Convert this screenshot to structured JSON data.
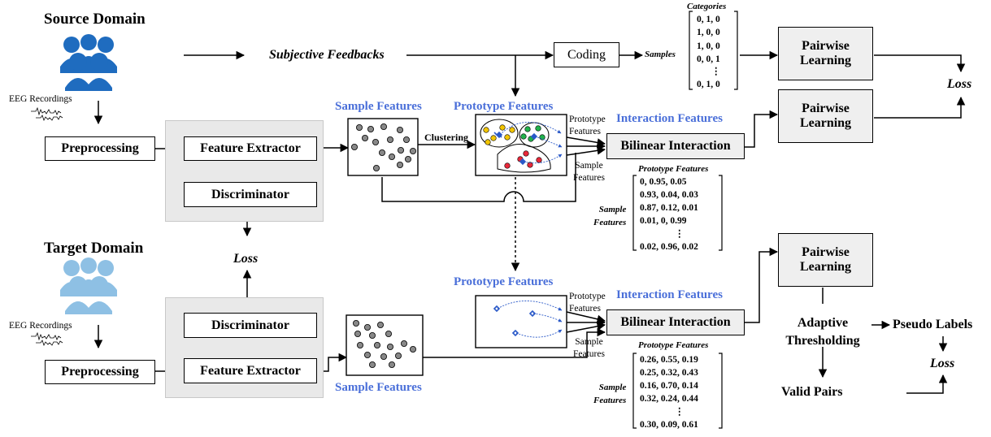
{
  "source": {
    "title": "Source Domain",
    "eeg_label": "EEG Recordings",
    "preprocessing": "Preprocessing",
    "feature_extractor": "Feature Extractor",
    "discriminator": "Discriminator",
    "subjective_feedbacks": "Subjective Feedbacks",
    "coding": "Coding",
    "samples": "Samples",
    "categories": "Categories",
    "category_rows": [
      "0,  1,  0",
      "1,  0,  0",
      "1,  0,  0",
      "0,  0,  1",
      "⋮",
      "0,  1,  0"
    ],
    "pairwise_top": [
      "Pairwise",
      "Learning"
    ],
    "pairwise_mid": [
      "Pairwise",
      "Learning"
    ],
    "loss": "Loss",
    "sample_features": "Sample Features",
    "clustering": "Clustering",
    "prototype_features": "Prototype Features",
    "prototype_in": [
      "Prototype",
      "Features"
    ],
    "sample_in": [
      "Sample",
      "Features"
    ],
    "interaction_features": "Interaction Features",
    "bilinear": "Bilinear Interaction",
    "matrix_title": "Prototype Features",
    "matrix_side": [
      "Sample",
      "Features"
    ],
    "matrix_rows": [
      "0,    0.95, 0.05",
      "0.93, 0.04, 0.03",
      "0.87, 0.12, 0.01",
      "0.01,   0,    0.99",
      "⋮",
      "0.02, 0.96, 0.02"
    ]
  },
  "middle": {
    "loss": "Loss"
  },
  "target": {
    "title": "Target Domain",
    "eeg_label": "EEG Recordings",
    "preprocessing": "Preprocessing",
    "feature_extractor": "Feature Extractor",
    "discriminator": "Discriminator",
    "sample_features": "Sample Features",
    "prototype_features": "Prototype Features",
    "prototype_in": [
      "Prototype",
      "Features"
    ],
    "sample_in": [
      "Sample",
      "Features"
    ],
    "interaction_features": "Interaction Features",
    "bilinear": "Bilinear Interaction",
    "matrix_title": "Prototype Features",
    "matrix_side": [
      "Sample",
      "Features"
    ],
    "matrix_rows": [
      "0.26, 0.55, 0.19",
      "0.25, 0.32, 0.43",
      "0.16, 0.70, 0.14",
      "0.32, 0.24, 0.44",
      "⋮",
      "0.30, 0.09, 0.61"
    ],
    "pairwise": [
      "Pairwise",
      "Learning"
    ],
    "adaptive": [
      "Adaptive",
      "Thresholding"
    ],
    "pseudo_labels": "Pseudo Labels",
    "valid_pairs": "Valid Pairs",
    "loss": "Loss"
  },
  "icons": [
    "people-group-icon",
    "eeg-wave-icon"
  ],
  "colors": {
    "source_people": "#1f6cbf",
    "target_people": "#8ec0e4",
    "accent_text": "#4a6fd9",
    "panel": "#e9e9e9"
  }
}
